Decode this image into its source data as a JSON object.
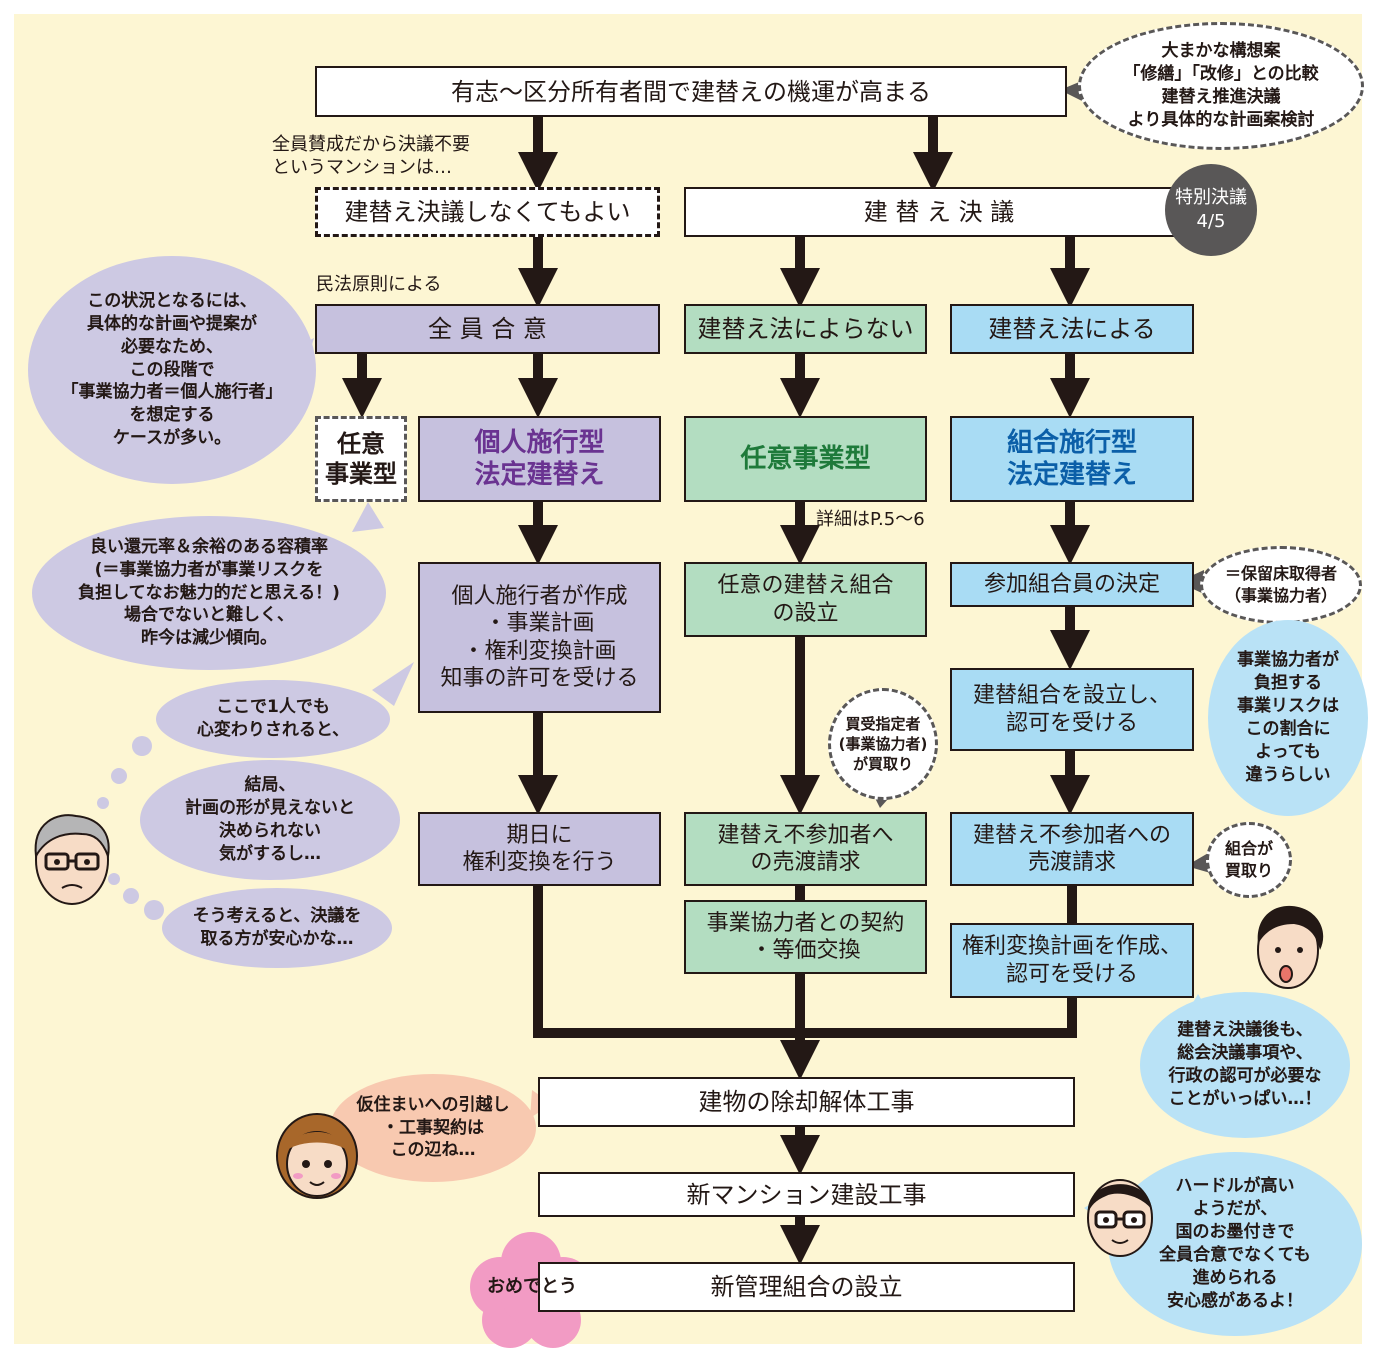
{
  "colors": {
    "background": "#fdf6d3",
    "purple_box": "#c6c1de",
    "green_box": "#b3ddc1",
    "blue_box": "#a9dcf4",
    "purple_text": "#6a3391",
    "green_text": "#1e7a3a",
    "blue_text": "#0b5fa8",
    "lavender_bubble": "#cdc9e3",
    "sky_bubble": "#b9e2f6",
    "peach_bubble": "#f8c9b0",
    "pink_flower": "#f29bc4",
    "dark_circle": "#595757",
    "arrow": "#231815"
  },
  "flow": {
    "top": "有志〜区分所有者間で建替えの機運が高まる",
    "no_resolution_note": "全員賛成だから決議不要\nというマンションは…",
    "no_resolution": "建替え決議しなくてもよい",
    "resolution": "建 替 え 決 議",
    "special_resolution": "特別決議\n4/5",
    "civil_law_note": "民法原則による",
    "unanimous": "全 員 合 意",
    "not_by_law": "建替え法によらない",
    "by_law": "建替え法による",
    "voluntary_small": "任意\n事業型",
    "individual": "個人施行型\n法定建替え",
    "voluntary": "任意事業型",
    "association": "組合施行型\n法定建替え",
    "details_note": "詳細はP.5〜6",
    "individual_step": "個人施行者が作成\n・事業計画\n・権利変換計画\n知事の許可を受ける",
    "voluntary_step1": "任意の建替え組合\nの設立",
    "association_step1": "参加組合員の決定",
    "association_step2": "建替組合を設立し、\n認可を受ける",
    "individual_step2": "期日に\n権利変換を行う",
    "voluntary_step2": "建替え不参加者へ\nの売渡請求",
    "association_step3": "建替え不参加者への\n売渡請求",
    "voluntary_step3": "事業協力者との契約\n・等価交換",
    "association_step4": "権利変換計画を作成、\n認可を受ける",
    "demolition": "建物の除却解体工事",
    "construction": "新マンション建設工事",
    "new_association": "新管理組合の設立"
  },
  "bubbles": {
    "top_right": "大まかな構想案\n「修繕」「改修」との比較\n建替え推進決議\nより具体的な計画案検討",
    "left_top": "この状況となるには、\n具体的な計画や提案が\n必要なため、\nこの段階で\n「事業協力者＝個人施行者」\nを想定する\nケースが多い。",
    "left_mid": "良い還元率＆余裕のある容積率\n(＝事業協力者が事業リスクを\n負担してなお魅力的だと思える！)\n場合でないと難しく、\n昨今は減少傾向。",
    "think1": "ここで1人でも\n心変わりされると、",
    "think2": "結局、\n計画の形が見えないと\n決められない\n気がするし…",
    "think3": "そう考えると、決議を\n取る方が安心かな…",
    "buyer": "買受指定者\n(事業協力者)\nが買取り",
    "reserved": "＝保留床取得者\n（事業協力者）",
    "risk": "事業協力者が\n負担する\n事業リスクは\nこの割合に\nよっても\n違うらしい",
    "association_buy": "組合が\n買取り",
    "after_resolution": "建替え決議後も、\n総会決議事項や、\n行政の認可が必要な\nことがいっぱい…！",
    "moving": "仮住まいへの引越し\n・工事契約は\nこの辺ね…",
    "hurdle": "ハードルが高い\nようだが、\n国のお墨付きで\n全員合意でなくても\n進められる\n安心感があるよ！",
    "congrats": "おめでとう"
  }
}
